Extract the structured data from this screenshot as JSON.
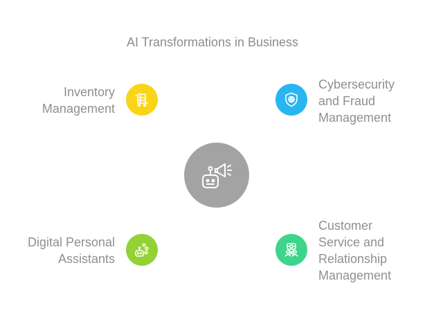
{
  "title": "AI Transformations in Business",
  "center": {
    "icon": "robot-megaphone-icon",
    "color": "#a3a3a3"
  },
  "nodes": {
    "inventory": {
      "lines": [
        "Inventory",
        "Management"
      ],
      "icon": "warehouse-cart-icon",
      "color": "#f9d51a"
    },
    "cyber": {
      "lines": [
        "Cybersecurity",
        "and Fraud",
        "Management"
      ],
      "icon": "shield-globe-icon",
      "color": "#29b6f0"
    },
    "assistants": {
      "lines": [
        "Digital Personal",
        "Assistants"
      ],
      "icon": "robot-assistant-icon",
      "color": "#92d235"
    },
    "customer": {
      "lines": [
        "Customer",
        "Service and",
        "Relationship",
        "Management"
      ],
      "icon": "customer-support-icon",
      "color": "#3ed48c"
    }
  }
}
